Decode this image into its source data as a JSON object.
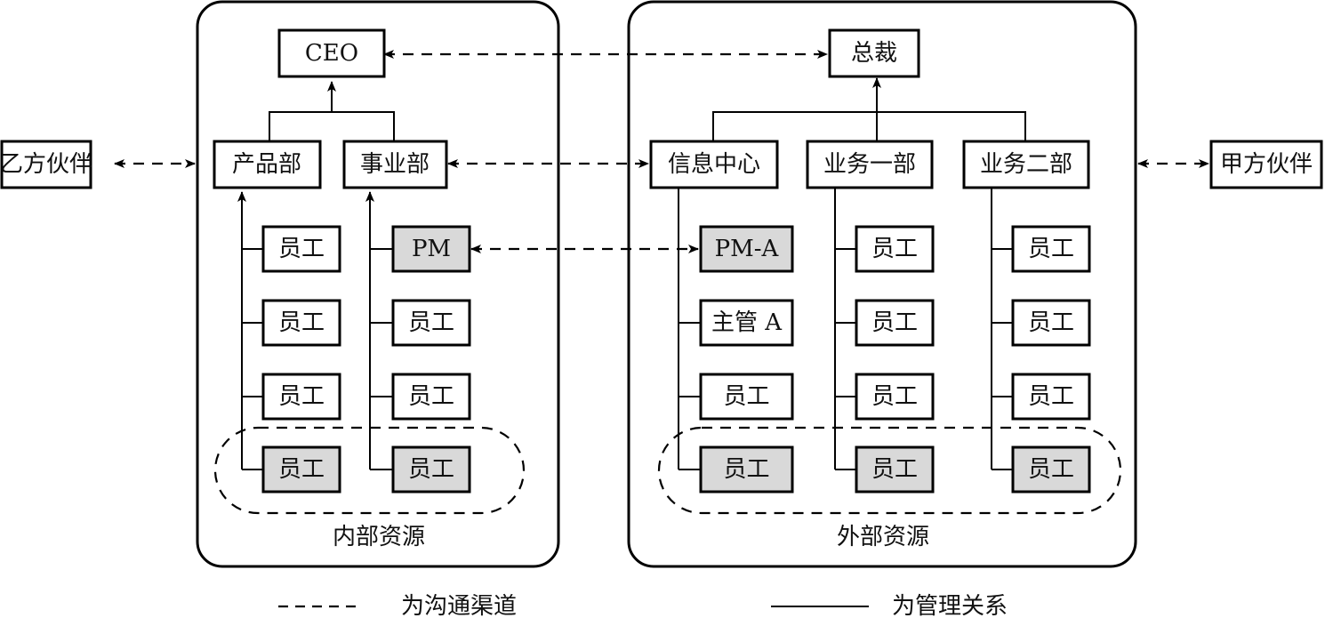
{
  "partners": {
    "left": "乙方伙伴",
    "right": "甲方伙伴"
  },
  "internal": {
    "caption": "内部资源",
    "top": "CEO",
    "departments": [
      {
        "label": "产品部",
        "staff": [
          {
            "label": "员工",
            "highlight": false
          },
          {
            "label": "员工",
            "highlight": false
          },
          {
            "label": "员工",
            "highlight": false
          },
          {
            "label": "员工",
            "highlight": true
          }
        ]
      },
      {
        "label": "事业部",
        "staff": [
          {
            "label": "PM",
            "highlight": true
          },
          {
            "label": "员工",
            "highlight": false
          },
          {
            "label": "员工",
            "highlight": false
          },
          {
            "label": "员工",
            "highlight": true
          }
        ]
      }
    ]
  },
  "external": {
    "caption": "外部资源",
    "top": "总裁",
    "departments": [
      {
        "label": "信息中心",
        "staff": [
          {
            "label": "PM-A",
            "highlight": true
          },
          {
            "label": "主管 A",
            "highlight": false
          },
          {
            "label": "员工",
            "highlight": false
          },
          {
            "label": "员工",
            "highlight": true
          }
        ]
      },
      {
        "label": "业务一部",
        "staff": [
          {
            "label": "员工",
            "highlight": false
          },
          {
            "label": "员工",
            "highlight": false
          },
          {
            "label": "员工",
            "highlight": false
          },
          {
            "label": "员工",
            "highlight": true
          }
        ]
      },
      {
        "label": "业务二部",
        "staff": [
          {
            "label": "员工",
            "highlight": false
          },
          {
            "label": "员工",
            "highlight": false
          },
          {
            "label": "员工",
            "highlight": false
          },
          {
            "label": "员工",
            "highlight": true
          }
        ]
      }
    ]
  },
  "legend": {
    "dashed": "为沟通渠道",
    "solid": "为管理关系"
  },
  "colors": {
    "highlight_fill": "#d9d9d9",
    "line": "#000000"
  }
}
